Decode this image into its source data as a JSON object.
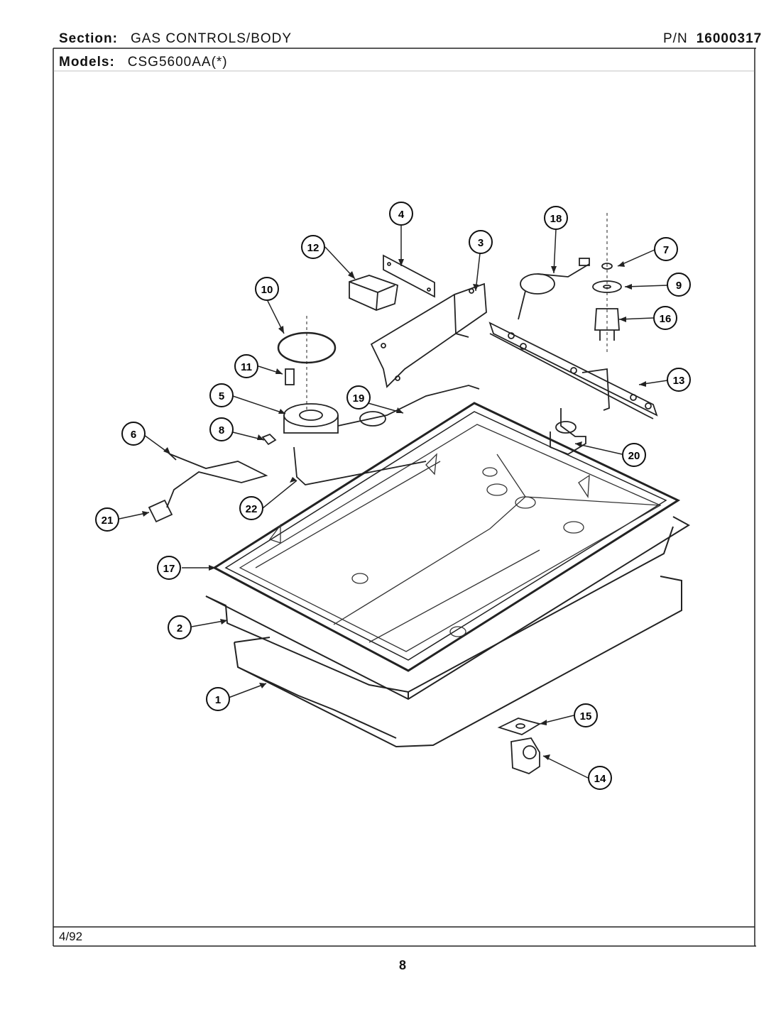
{
  "header": {
    "section_label": "Section:",
    "section_value": "GAS CONTROLS/BODY",
    "pn_label": "P/N",
    "pn_value": "16000317",
    "models_label": "Models:",
    "models_value": "CSG5600AA(*)"
  },
  "footer": {
    "date": "4/92",
    "page_number": "8"
  },
  "callouts": [
    "1",
    "2",
    "3",
    "4",
    "5",
    "6",
    "7",
    "8",
    "9",
    "10",
    "11",
    "12",
    "13",
    "14",
    "15",
    "16",
    "17",
    "18",
    "19",
    "20",
    "21",
    "22"
  ]
}
